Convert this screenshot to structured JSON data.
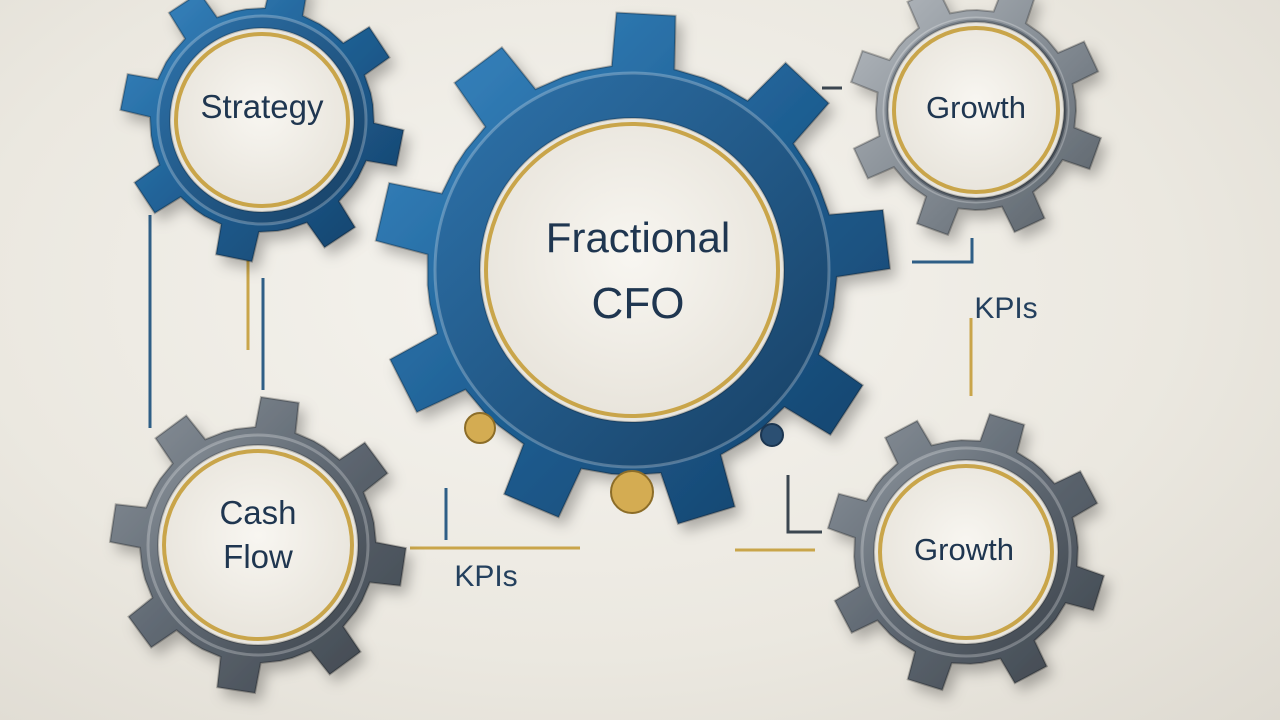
{
  "center_gear": {
    "line1": "Fractional",
    "line2": "CFO"
  },
  "gears": {
    "top_left": {
      "label": "Strategy"
    },
    "top_right": {
      "label": "Growth"
    },
    "bottom_left": {
      "line1": "Cash",
      "line2": "Flow"
    },
    "bottom_right": {
      "label": "Growth"
    }
  },
  "connector_labels": {
    "right": "KPIs",
    "bottom": "KPIs"
  },
  "colors": {
    "blue_gear": "#1f5f93",
    "gray_gear": "#5d6670",
    "gold_ring": "#c9a54a",
    "label_text": "#1f3650"
  }
}
